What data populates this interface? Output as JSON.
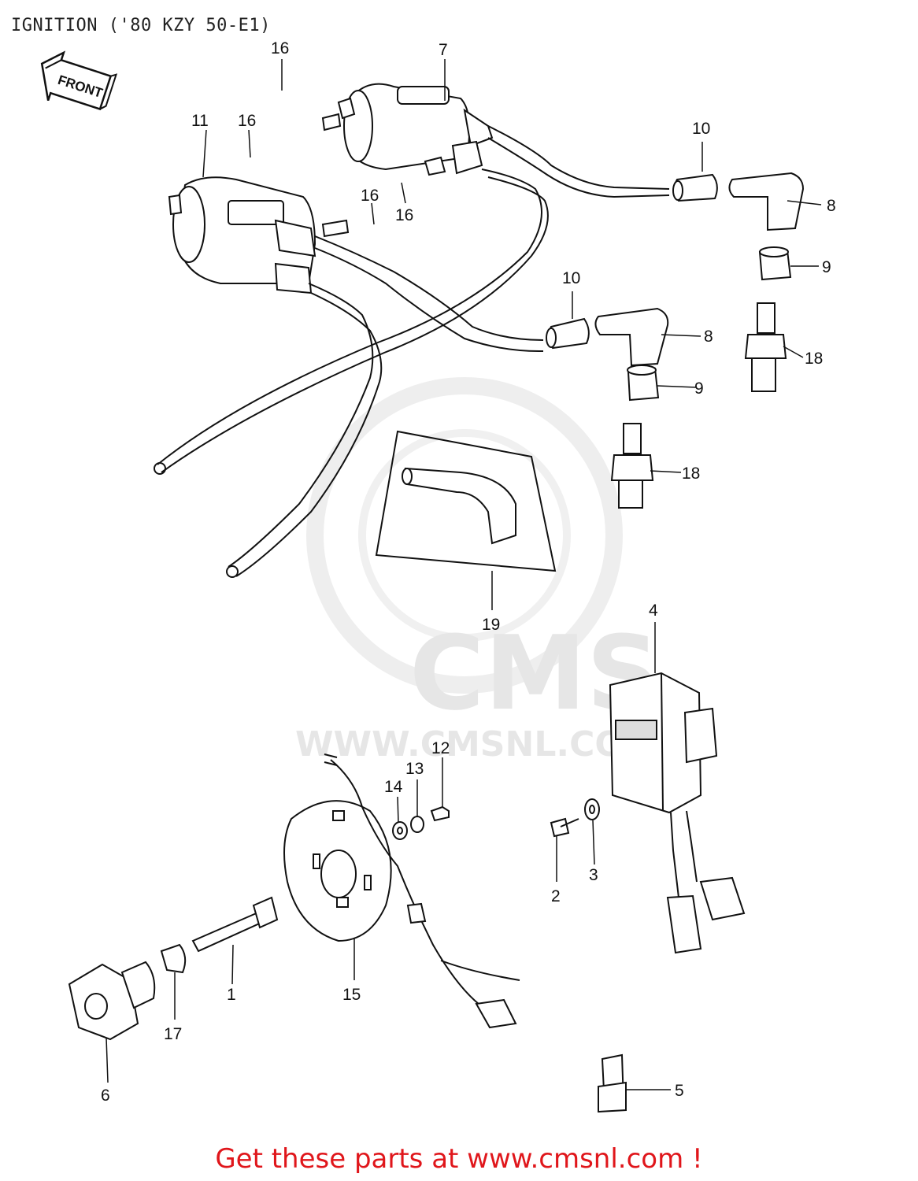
{
  "title": "IGNITION ('80 KZY 50-E1)",
  "front_arrow_label": "FRONT",
  "watermark": {
    "brand": "CMS",
    "url": "WWW.CMSNL.COM"
  },
  "callouts": [
    "1",
    "2",
    "3",
    "4",
    "5",
    "6",
    "7",
    "8",
    "8",
    "9",
    "9",
    "10",
    "10",
    "11",
    "12",
    "13",
    "14",
    "15",
    "16",
    "16",
    "16",
    "16",
    "17",
    "18",
    "18",
    "19"
  ],
  "footer": "Get these parts at www.cmsnl.com !",
  "colors": {
    "line": "#111111",
    "footer": "#e0161b",
    "watermark": "#e6e6e6"
  }
}
